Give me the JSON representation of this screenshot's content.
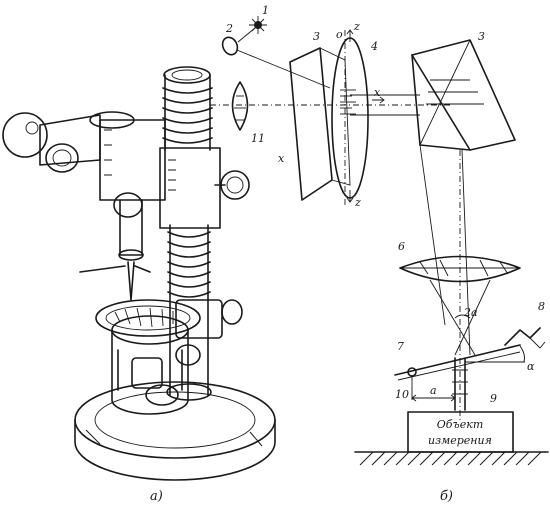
{
  "labels": {
    "l1": "1",
    "l2": "2",
    "l3a": "3",
    "l3b": "3",
    "l4": "4",
    "l6": "6",
    "l7": "7",
    "l8": "8",
    "l9": "9",
    "l10": "10",
    "l11": "11",
    "lo": "o",
    "lz_top": "z",
    "lz_bot": "z",
    "lx_left": "x",
    "lx_mid": "x",
    "l2a": "2a",
    "la": "a",
    "lalpha": "α"
  },
  "object_box": {
    "line1": "Объект",
    "line2": "измерения"
  },
  "captions": {
    "left": "а)",
    "right": "б)"
  }
}
